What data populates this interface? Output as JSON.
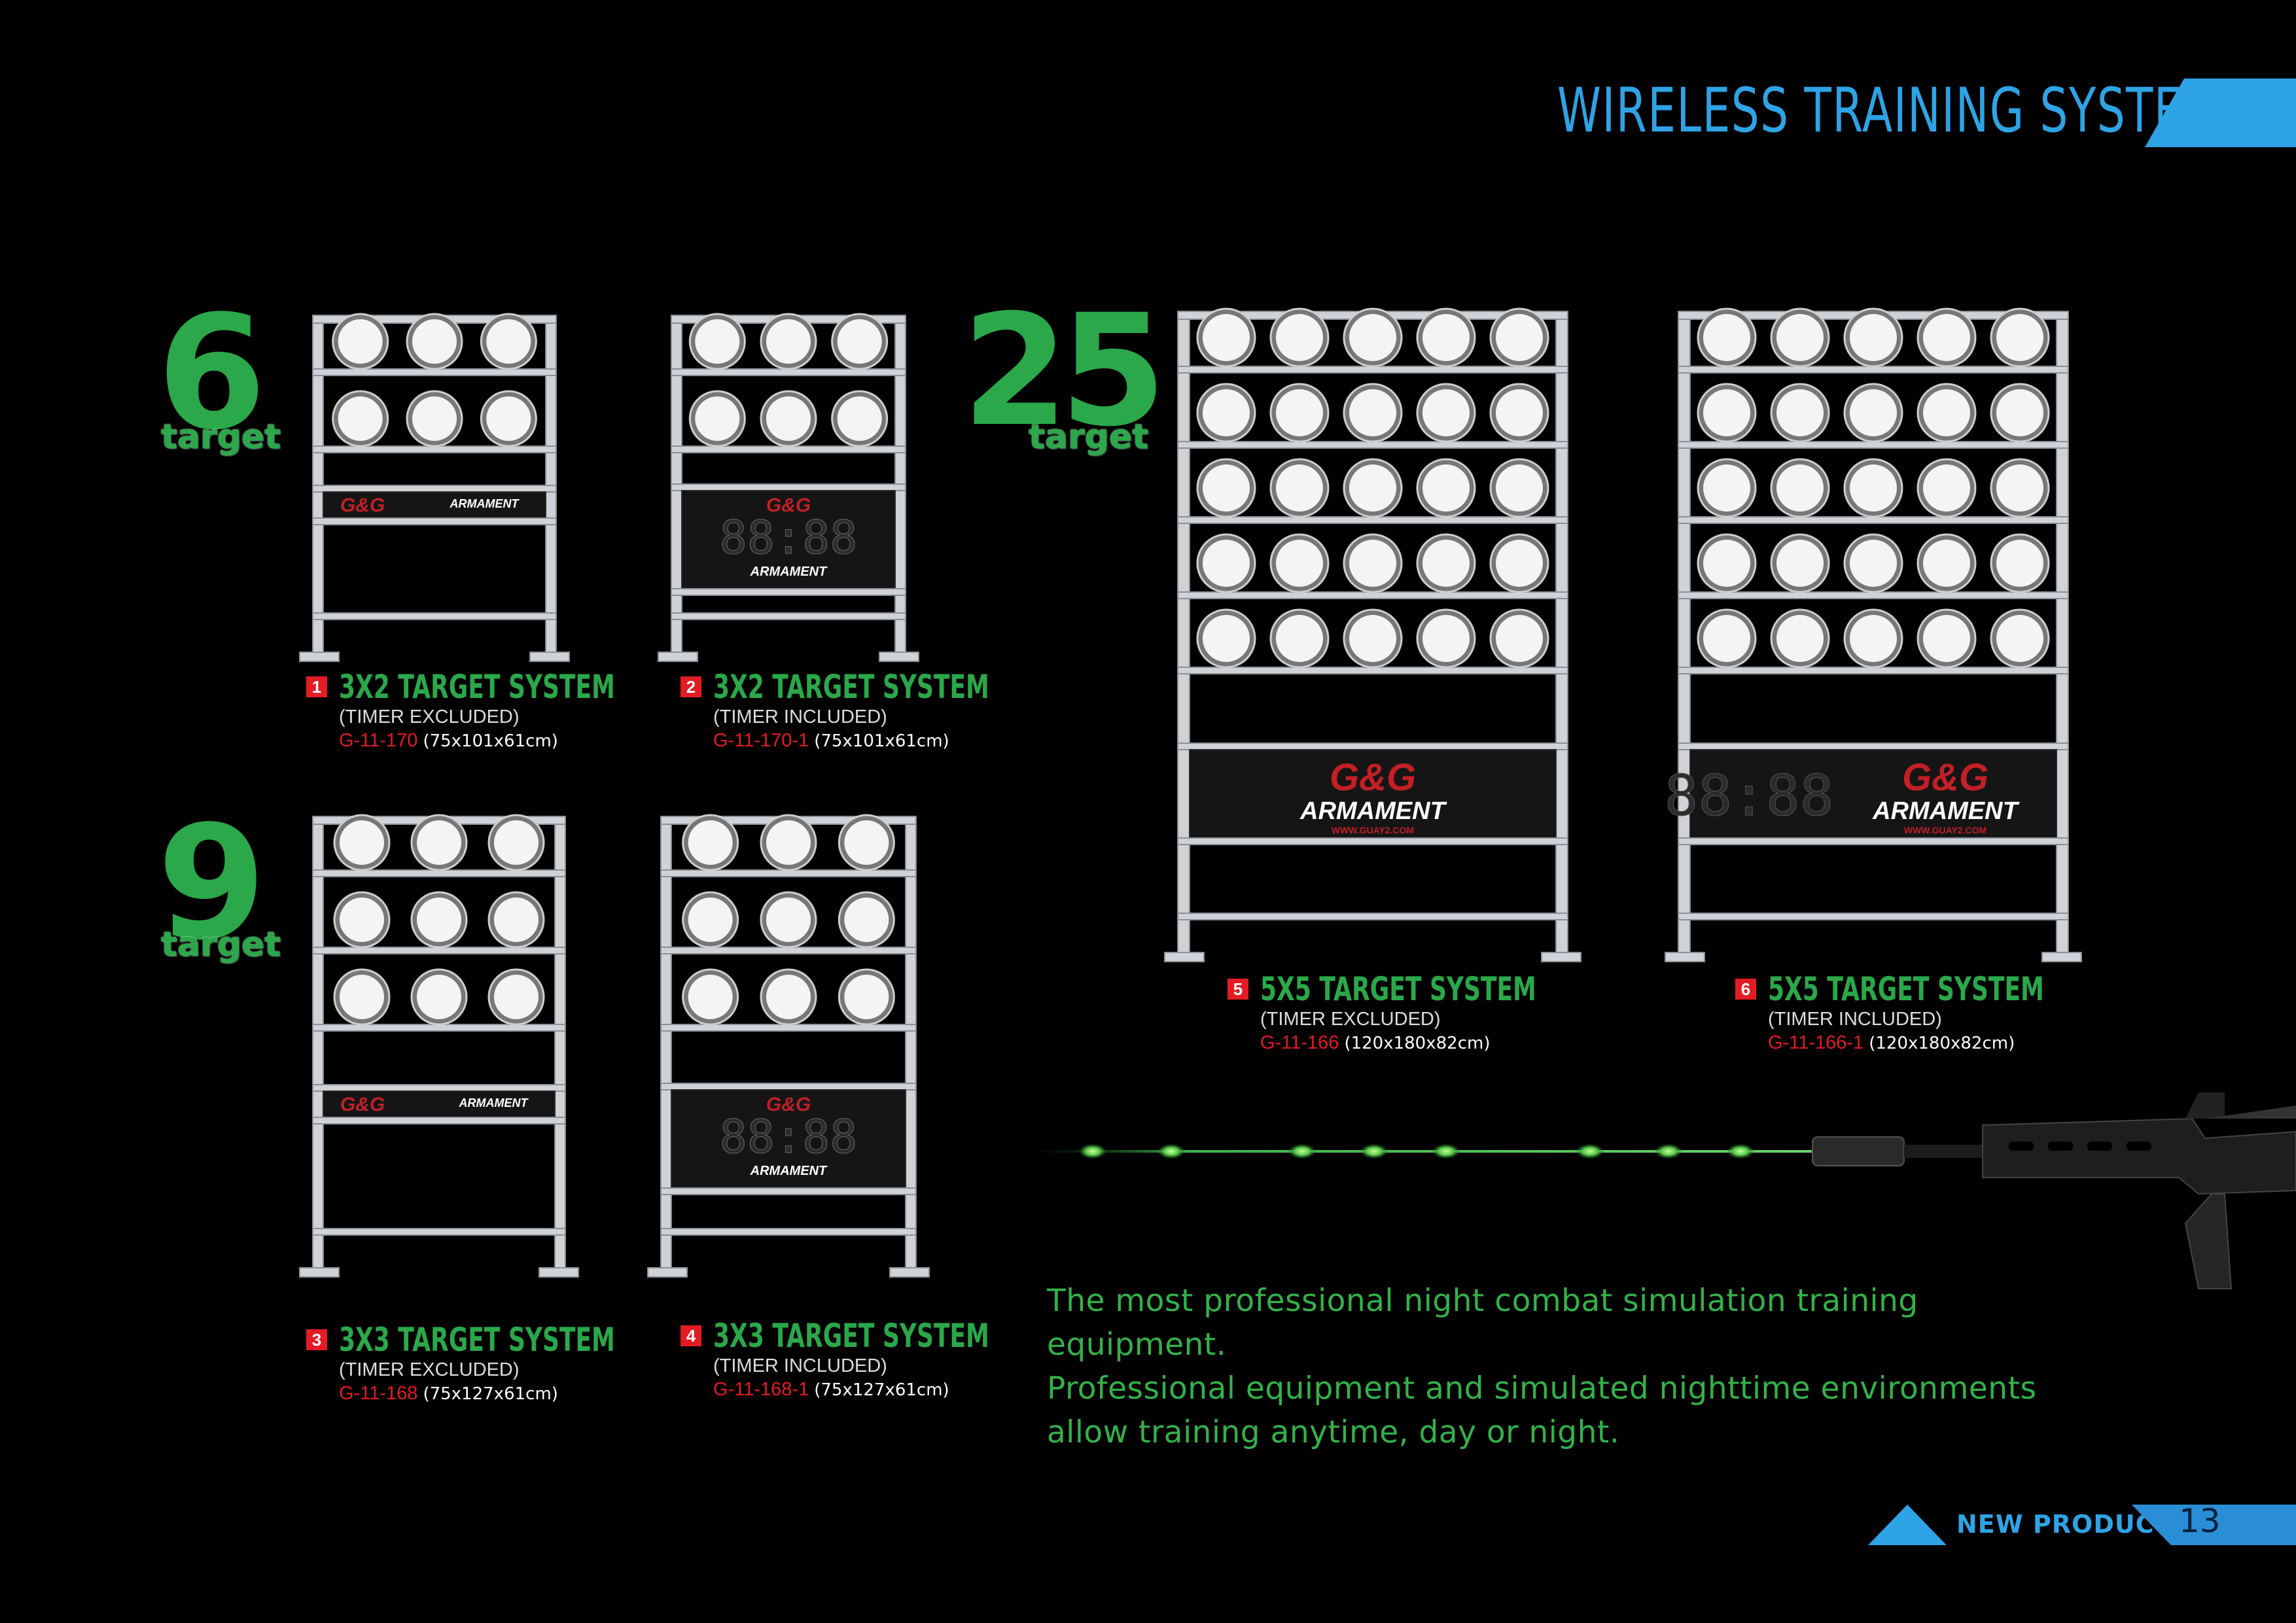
{
  "header": {
    "title": "WIRELESS TRAINING SYSTEM"
  },
  "counts": [
    {
      "number": "6",
      "word": "target"
    },
    {
      "number": "9",
      "word": "target"
    },
    {
      "number": "25",
      "word": "target"
    }
  ],
  "brand": {
    "logo": "G&G",
    "name": "ARMAMENT",
    "url": "WWW.GUAY2.COM",
    "timer_digits": "88:88",
    "accent_green": "#2aa84a",
    "accent_blue": "#2ea3e6",
    "accent_red": "#e31b23"
  },
  "products": [
    {
      "index": "1",
      "title": "3X2 TARGET SYSTEM",
      "sub": "(TIMER EXCLUDED)",
      "code": "G-11-170",
      "size": "(75x101x61cm)"
    },
    {
      "index": "2",
      "title": "3X2 TARGET SYSTEM",
      "sub": "(TIMER INCLUDED)",
      "code": "G-11-170-1",
      "size": "(75x101x61cm)"
    },
    {
      "index": "3",
      "title": "3X3 TARGET SYSTEM",
      "sub": "(TIMER EXCLUDED)",
      "code": "G-11-168",
      "size": "(75x127x61cm)"
    },
    {
      "index": "4",
      "title": "3X3 TARGET SYSTEM",
      "sub": "(TIMER INCLUDED)",
      "code": "G-11-168-1",
      "size": "(75x127x61cm)"
    },
    {
      "index": "5",
      "title": "5X5 TARGET SYSTEM",
      "sub": "(TIMER EXCLUDED)",
      "code": "G-11-166",
      "size": "(120x180x82cm)"
    },
    {
      "index": "6",
      "title": "5X5 TARGET SYSTEM",
      "sub": "(TIMER INCLUDED)",
      "code": "G-11-166-1",
      "size": "(120x180x82cm)"
    }
  ],
  "description": {
    "line1": "The most professional night combat simulation training equipment.",
    "line2": "Professional equipment and simulated nighttime environments",
    "line3": "allow training anytime, day or night."
  },
  "footer": {
    "label": "NEW PRODUCT",
    "page": "13"
  }
}
